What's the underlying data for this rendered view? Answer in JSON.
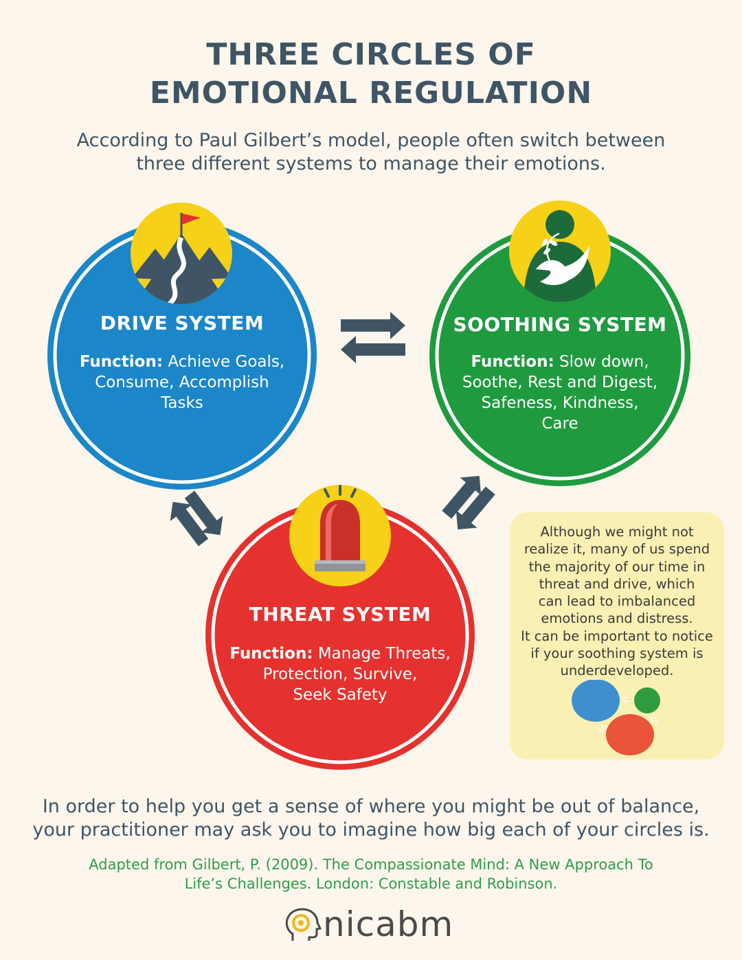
{
  "title": {
    "line1": "THREE CIRCLES OF",
    "line2": "EMOTIONAL REGULATION"
  },
  "subtitle": {
    "line1": "According to Paul Gilbert’s model, people often switch between",
    "line2": "three different systems to manage their emotions."
  },
  "drive": {
    "title": "DRIVE SYSTEM",
    "function_label": "Function:",
    "function_line1": " Achieve Goals,",
    "function_line2": "Consume, Accomplish",
    "function_line3": "Tasks",
    "icon": "mountain-flag-icon",
    "color": "#1b86c8"
  },
  "soothing": {
    "title": "SOOTHING SYSTEM",
    "function_label": "Function:",
    "function_line1": " Slow down,",
    "function_line2": "Soothe, Rest and Digest,",
    "function_line3": "Safeness, Kindness,",
    "function_line4": "Care",
    "icon": "dove-hands-icon",
    "color": "#1f9a3f"
  },
  "threat": {
    "title": "THREAT SYSTEM",
    "function_label": "Function:",
    "function_line1": " Manage Threats,",
    "function_line2": "Protection, Survive,",
    "function_line3": "Seek Safety",
    "icon": "alarm-siren-icon",
    "color": "#e5322e"
  },
  "note": {
    "lines": [
      "Although we might not",
      "realize it, many of us spend",
      "the majority of our time in",
      "threat and drive, which",
      "can lead to imbalanced",
      "emotions and distress.",
      "It can be important to notice",
      "if your soothing system is",
      "underdeveloped."
    ]
  },
  "bottom": {
    "line1": "In order to help you get a sense of where you might be out of balance,",
    "line2": "your practitioner may ask you to imagine how big each of your circles is."
  },
  "citation": {
    "line1": "Adapted from Gilbert, P. (2009). The Compassionate Mind: A New Approach To",
    "line2": "Life’s Challenges. London: Constable and Robinson."
  },
  "logo": {
    "text": "nicabm",
    "icon": "head-spiral-icon"
  },
  "colors": {
    "heading": "#3f5566",
    "yellow": "#f6d117",
    "arrow": "#3f5566",
    "note_bg": "#fbf0b3",
    "citation": "#2f9d4a"
  }
}
